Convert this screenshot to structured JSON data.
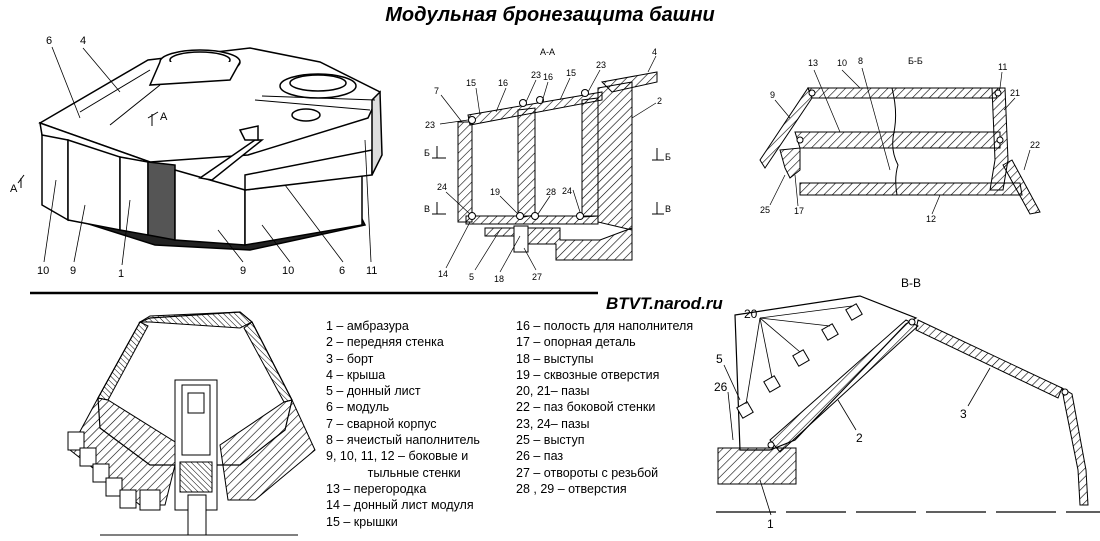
{
  "title": "Модульная бронезащита башни",
  "site": "BTVT.narod.ru",
  "sections": {
    "aa": "А-А",
    "bb": "Б-Б",
    "vv": "В-В"
  },
  "labels": {
    "a": "А",
    "b": "Б",
    "v": "В"
  },
  "iso_labels": [
    "6",
    "4",
    "10",
    "9",
    "1",
    "9",
    "10",
    "6",
    "11"
  ],
  "aa_labels": [
    "4",
    "15",
    "16",
    "23",
    "16",
    "15",
    "23",
    "7",
    "2",
    "23",
    "24",
    "19",
    "28",
    "24",
    "14",
    "5",
    "18",
    "27"
  ],
  "bb_labels": [
    "13",
    "10",
    "8",
    "11",
    "9",
    "21",
    "22",
    "25",
    "17",
    "12"
  ],
  "vv_labels": [
    "20",
    "5",
    "26",
    "2",
    "3",
    "1"
  ],
  "legend_col1": [
    "1 –    амбразура",
    "2 –    передняя стенка",
    "3 –    борт",
    "4 –    крыша",
    "5 –    донный лист",
    "6 –    модуль",
    "7 –    сварной корпус",
    "8 –    ячеистый наполнитель",
    "9, 10, 11, 12 – боковые и",
    "            тыльные стенки",
    "13 – перегородка",
    "14 – донный лист модуля",
    "15 – крышки"
  ],
  "legend_col2": [
    "16 – полость для наполнителя",
    "17 –  опорная деталь",
    "18 –  выступы",
    "19 –  сквозные отверстия",
    "20, 21– пазы",
    "22 –  паз боковой стенки",
    "23, 24– пазы",
    "25 –  выступ",
    "26 –  паз",
    "27 –  отвороты с резьбой",
    "28 , 29 – отверстия"
  ]
}
